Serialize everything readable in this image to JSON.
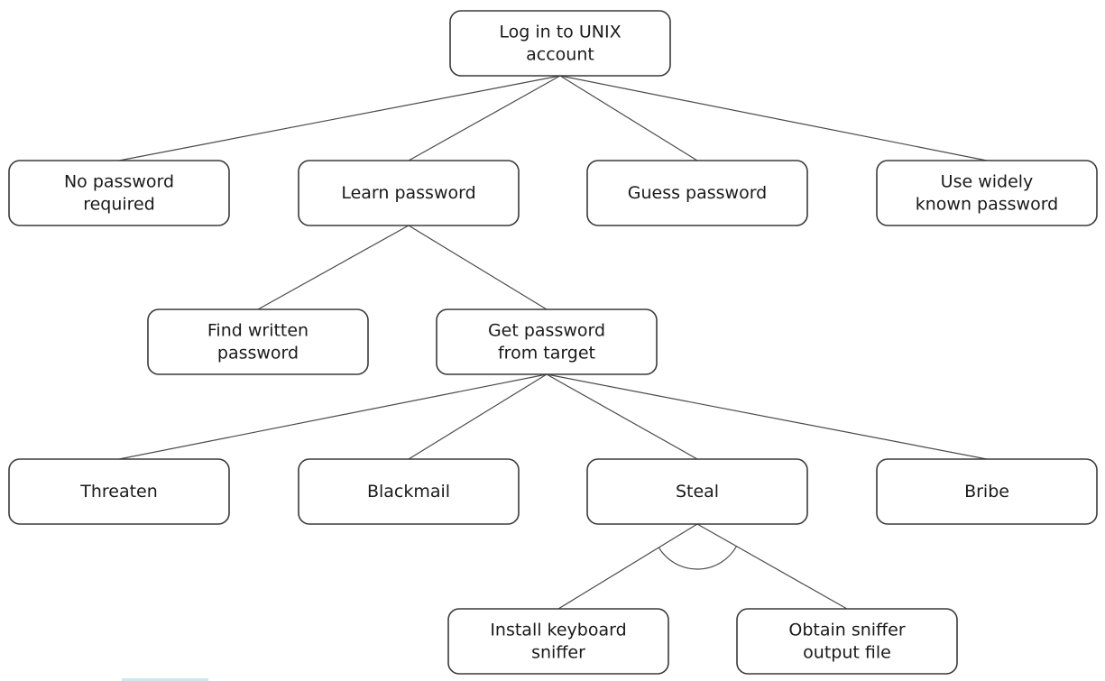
{
  "nodes": [
    {
      "id": "root",
      "lines": [
        "Log in to UNIX",
        "account"
      ]
    },
    {
      "id": "no-password",
      "lines": [
        "No password",
        "required"
      ]
    },
    {
      "id": "learn-password",
      "lines": [
        "Learn password"
      ]
    },
    {
      "id": "guess-password",
      "lines": [
        "Guess password"
      ]
    },
    {
      "id": "widely-known",
      "lines": [
        "Use widely",
        "known password"
      ]
    },
    {
      "id": "find-written",
      "lines": [
        "Find written",
        "password"
      ]
    },
    {
      "id": "get-from-target",
      "lines": [
        "Get password",
        "from target"
      ]
    },
    {
      "id": "threaten",
      "lines": [
        "Threaten"
      ]
    },
    {
      "id": "blackmail",
      "lines": [
        "Blackmail"
      ]
    },
    {
      "id": "steal",
      "lines": [
        "Steal"
      ]
    },
    {
      "id": "bribe",
      "lines": [
        "Bribe"
      ]
    },
    {
      "id": "install-sniffer",
      "lines": [
        "Install keyboard",
        "sniffer"
      ]
    },
    {
      "id": "obtain-output",
      "lines": [
        "Obtain sniffer",
        "output file"
      ]
    }
  ],
  "edges": [
    {
      "from": "root",
      "to": "no-password"
    },
    {
      "from": "root",
      "to": "learn-password"
    },
    {
      "from": "root",
      "to": "guess-password"
    },
    {
      "from": "root",
      "to": "widely-known"
    },
    {
      "from": "learn-password",
      "to": "find-written"
    },
    {
      "from": "learn-password",
      "to": "get-from-target"
    },
    {
      "from": "get-from-target",
      "to": "threaten"
    },
    {
      "from": "get-from-target",
      "to": "blackmail"
    },
    {
      "from": "get-from-target",
      "to": "steal"
    },
    {
      "from": "get-from-target",
      "to": "bribe"
    },
    {
      "from": "steal",
      "to": "install-sniffer"
    },
    {
      "from": "steal",
      "to": "obtain-output"
    }
  ],
  "and_nodes": [
    "steal"
  ]
}
